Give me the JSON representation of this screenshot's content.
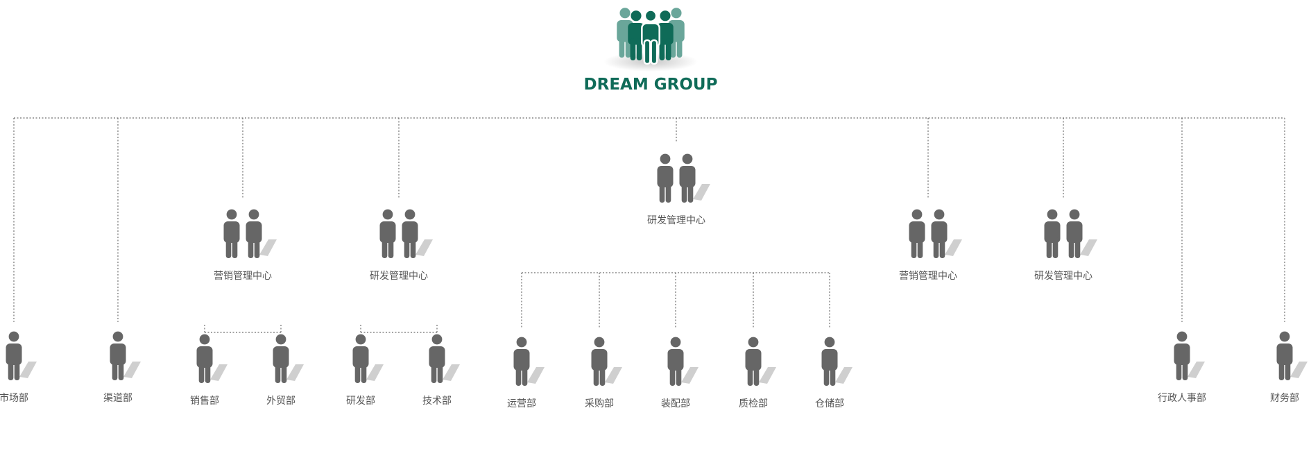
{
  "colors": {
    "brand": "#0f6b58",
    "brand_light": "#6aa69a",
    "person": "#666666",
    "shadow": "#cfcfcf",
    "connector": "#6e6e6e",
    "label": "#555555"
  },
  "icons": {
    "logo": "group-people-icon",
    "single": "person-icon",
    "pair": "person-pair-icon"
  },
  "root": {
    "name": "DREAM GROUP"
  },
  "top_level": [
    {
      "id": "shichang",
      "label": "市场部",
      "kind": "single"
    },
    {
      "id": "qudao",
      "label": "渠道部",
      "kind": "single"
    },
    {
      "id": "yingxiao1",
      "label": "营销管理中心",
      "kind": "pair",
      "children": [
        {
          "id": "xiaoshou",
          "label": "销售部"
        },
        {
          "id": "waimao",
          "label": "外贸部"
        }
      ]
    },
    {
      "id": "yanfa1",
      "label": "研发管理中心",
      "kind": "pair",
      "children": [
        {
          "id": "yanfabu",
          "label": "研发部"
        },
        {
          "id": "jishu",
          "label": "技术部"
        }
      ]
    },
    {
      "id": "yanfa_center",
      "label": "研发管理中心",
      "kind": "pair",
      "children": [
        {
          "id": "yunying",
          "label": "运营部"
        },
        {
          "id": "caigou",
          "label": "采购部"
        },
        {
          "id": "zhuangpei",
          "label": "装配部"
        },
        {
          "id": "zhijian",
          "label": "质检部"
        },
        {
          "id": "cangchu",
          "label": "仓储部"
        }
      ]
    },
    {
      "id": "yingxiao2",
      "label": "营销管理中心",
      "kind": "pair"
    },
    {
      "id": "yanfa2",
      "label": "研发管理中心",
      "kind": "pair"
    },
    {
      "id": "xingzheng",
      "label": "行政人事部",
      "kind": "single"
    },
    {
      "id": "caiwu",
      "label": "财务部",
      "kind": "single"
    }
  ]
}
